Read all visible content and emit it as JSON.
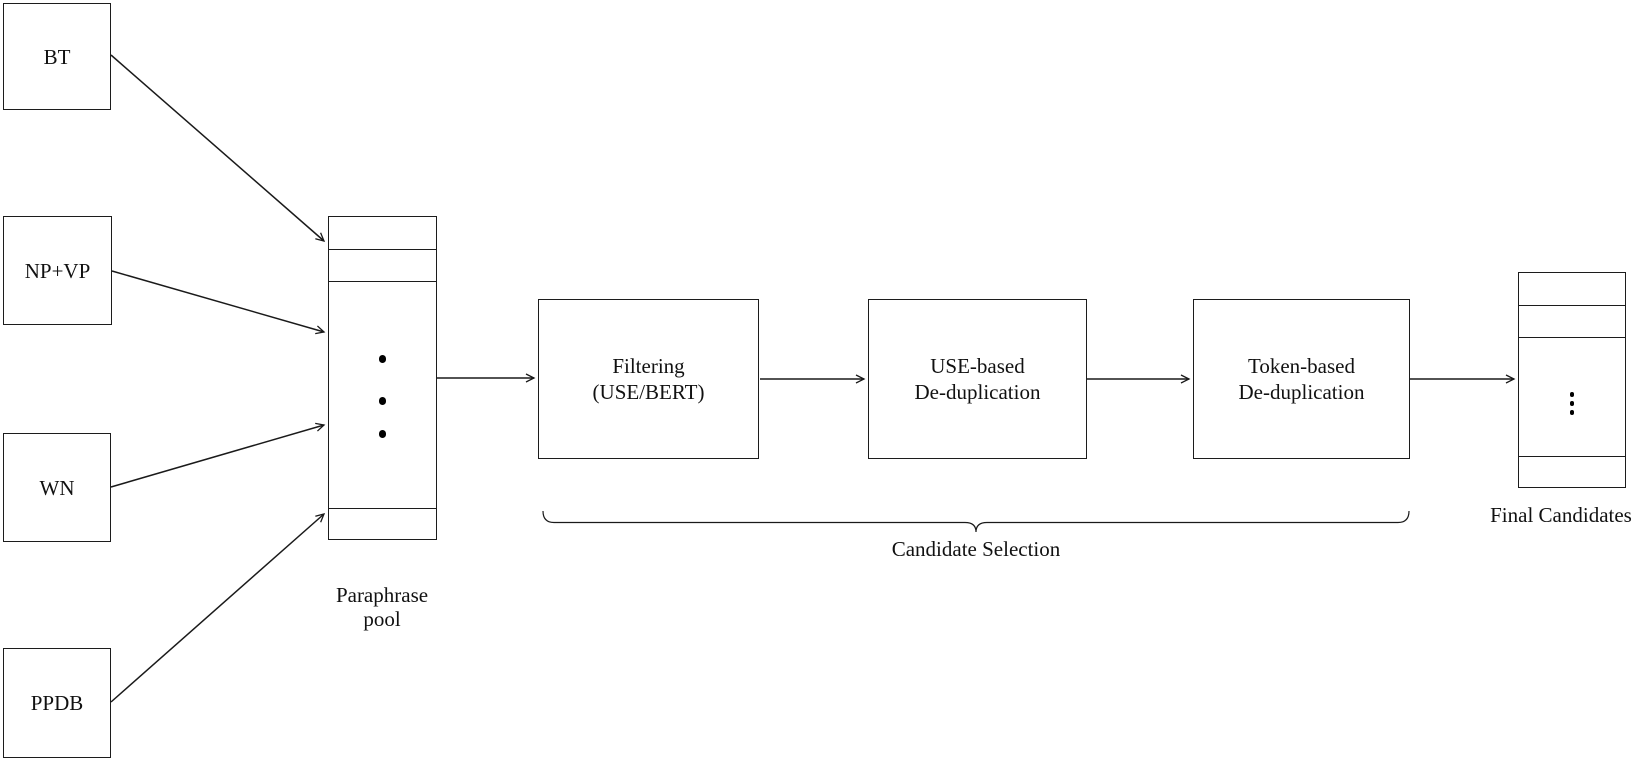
{
  "colors": {
    "background": "#ffffff",
    "stroke": "#1a1a1a",
    "text": "#111111"
  },
  "sources": [
    {
      "label": "BT"
    },
    {
      "label": "NP+VP"
    },
    {
      "label": "WN"
    },
    {
      "label": "PPDB"
    }
  ],
  "pool": {
    "label_line1": "Paraphrase",
    "label_line2": "pool",
    "dots": 3
  },
  "stages": [
    {
      "label_line1": "Filtering",
      "label_line2": "(USE/BERT)"
    },
    {
      "label_line1": "USE-based",
      "label_line2": "De-duplication"
    },
    {
      "label_line1": "Token-based",
      "label_line2": "De-duplication"
    }
  ],
  "brace": {
    "label": "Candidate Selection"
  },
  "final_stack": {
    "label": "Final Candidates",
    "dots": 3
  }
}
